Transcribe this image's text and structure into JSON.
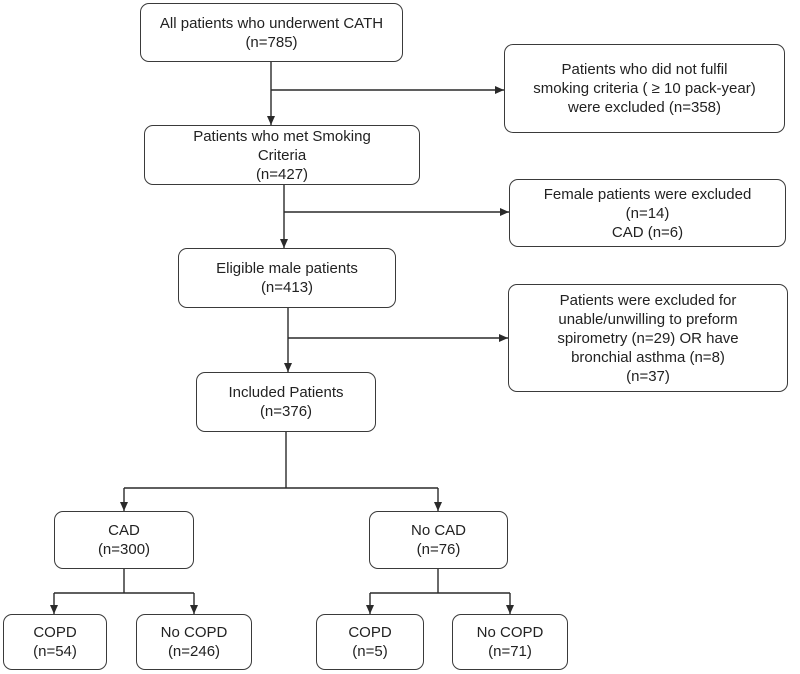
{
  "flowchart": {
    "total": {
      "line1": "All patients who underwent CATH",
      "line2": "(n=785)"
    },
    "excluded_smoking": {
      "line1": "Patients who did not fulfil",
      "line2": "smoking criteria ( ≥ 10 pack-year)",
      "line3": "were excluded (n=358)"
    },
    "smoking_met": {
      "line1": "Patients who met Smoking",
      "line2": "Criteria",
      "line3": "(n=427)"
    },
    "excluded_female": {
      "line1": "Female patients were excluded",
      "line2": "(n=14)",
      "line3": "CAD (n=6)"
    },
    "eligible_male": {
      "line1": "Eligible male patients",
      "line2": "(n=413)"
    },
    "excluded_spirometry": {
      "line1": "Patients were excluded for",
      "line2": "unable/unwilling to preform",
      "line3": "spirometry (n=29) OR have",
      "line4": "bronchial asthma (n=8)",
      "line5": "(n=37)"
    },
    "included": {
      "line1": "Included Patients",
      "line2": "(n=376)"
    },
    "cad": {
      "line1": "CAD",
      "line2": "(n=300)"
    },
    "no_cad": {
      "line1": "No CAD",
      "line2": "(n=76)"
    },
    "cad_copd": {
      "line1": "COPD",
      "line2": "(n=54)"
    },
    "cad_no_copd": {
      "line1": "No COPD",
      "line2": "(n=246)"
    },
    "nocad_copd": {
      "line1": "COPD",
      "line2": "(n=5)"
    },
    "nocad_no_copd": {
      "line1": "No COPD",
      "line2": "(n=71)"
    }
  }
}
